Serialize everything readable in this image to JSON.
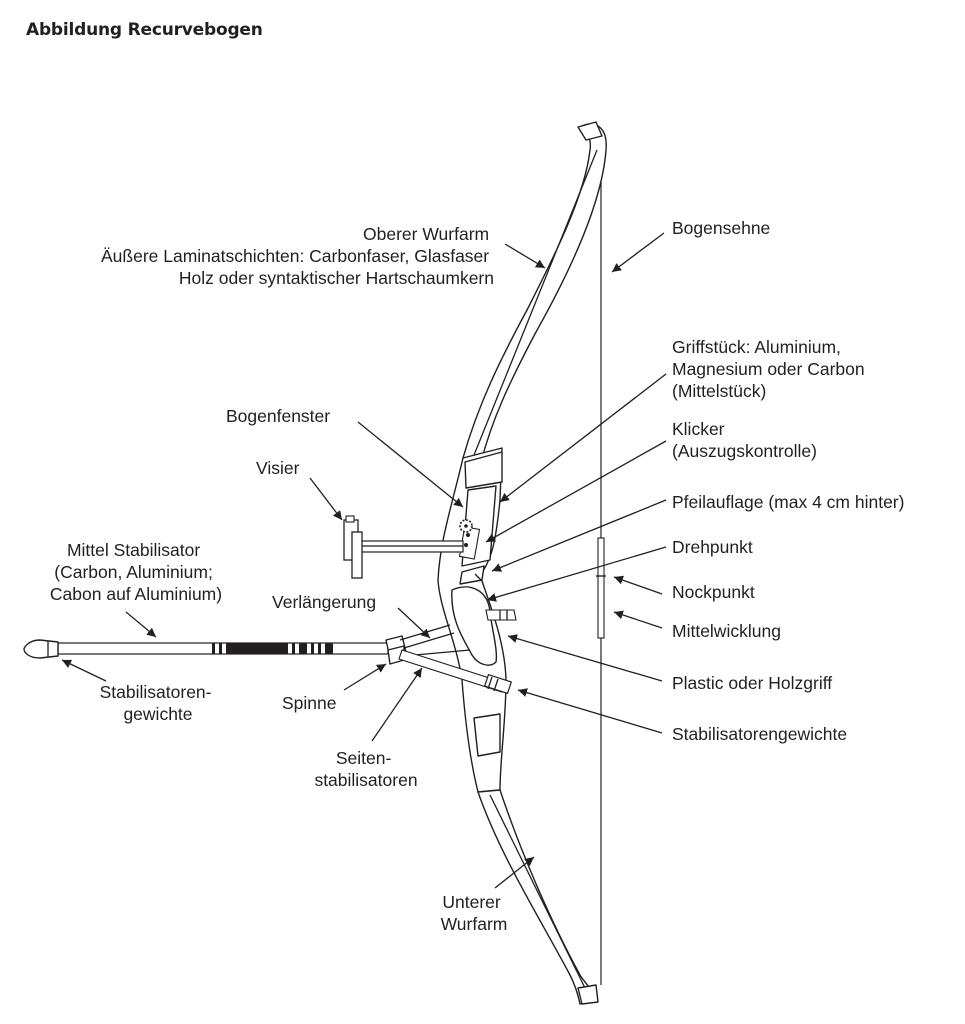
{
  "title": "Abbildung Recurvebogen",
  "labels": {
    "oberer_wurfarm": [
      "Oberer Wurfarm",
      "Äußere Laminatschichten: Carbonfaser, Glasfaser",
      "Holz oder syntaktischer Hartschaumkern"
    ],
    "bogensehne": [
      "Bogensehne"
    ],
    "griffstueck": [
      "Griffstück: Aluminium,",
      "Magnesium oder Carbon",
      "(Mittelstück)"
    ],
    "bogenfenster": [
      "Bogenfenster"
    ],
    "klicker": [
      "Klicker",
      "(Auszugskontrolle)"
    ],
    "visier": [
      "Visier"
    ],
    "pfeilauflage": [
      "Pfeilauflage (max 4 cm hinter)"
    ],
    "mittel_stabilisator": [
      "Mittel Stabilisator",
      "(Carbon, Aluminium;",
      "Cabon auf Aluminium)"
    ],
    "drehpunkt": [
      "Drehpunkt"
    ],
    "verlaengerung": [
      "Verlängerung"
    ],
    "nockpunkt": [
      "Nockpunkt"
    ],
    "mittelwicklung": [
      "Mittelwicklung"
    ],
    "plastic_holzgriff": [
      "Plastic oder Holzgriff"
    ],
    "stabilisatorengewichte_links": [
      "Stabilisatoren-",
      "gewichte"
    ],
    "spinne": [
      "Spinne"
    ],
    "stabilisatorengewichte_rechts": [
      "Stabilisatorengewichte"
    ],
    "seitenstabilisatoren": [
      "Seiten-",
      "stabilisatoren"
    ],
    "unterer_wurfarm": [
      "Unterer",
      "Wurfarm"
    ]
  }
}
